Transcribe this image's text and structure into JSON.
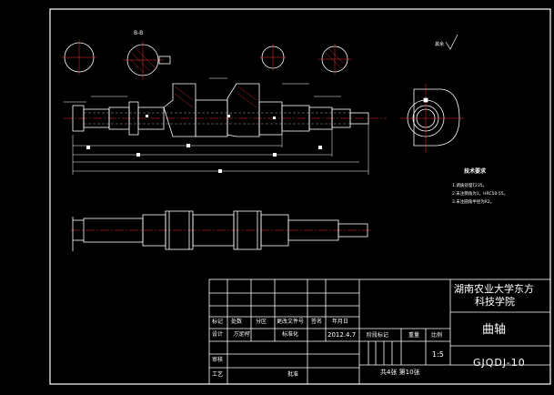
{
  "title_block": {
    "school_line1": "湖南农业大学东方",
    "school_line2": "科技学院",
    "part_name": "曲轴",
    "drawing_no": "GJQDJ-10",
    "scale_value": "1:5",
    "scale_label": "比例",
    "weight_label": "重量",
    "stage_label": "阶段标记",
    "date": "2012.4.7",
    "sheet_info": "共4张  第10张",
    "row_headers": [
      "标记",
      "处数",
      "分区",
      "更改文件号",
      "签名",
      "年月日"
    ],
    "design_label": "设计",
    "designer": "万定柯",
    "standard_label": "标准化",
    "review_label": "审核",
    "process_label": "工艺",
    "approve_label": "批准"
  },
  "tech_requirements": {
    "title": "技术要求",
    "lines": [
      "1.调质处理T235。",
      "2.未注倒角为1，HRC50-55。",
      "3.未注圆角半径为R2。"
    ]
  },
  "section_label": "B-B",
  "roughness_note": "其余"
}
